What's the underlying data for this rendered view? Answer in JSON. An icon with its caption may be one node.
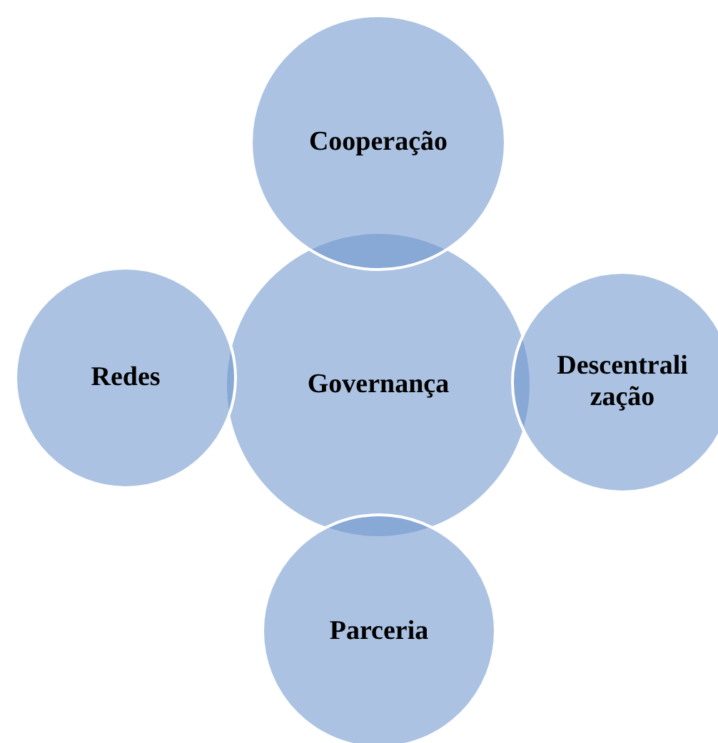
{
  "diagram": {
    "nodes": [
      {
        "text": [
          "Cooperação"
        ]
      },
      {
        "text": [
          "Redes"
        ]
      },
      {
        "text": [
          "Governança"
        ]
      },
      {
        "text": [
          "Descentralização"
        ]
      },
      {
        "text": [
          "Parceria"
        ]
      }
    ],
    "edges": []
  }
}
